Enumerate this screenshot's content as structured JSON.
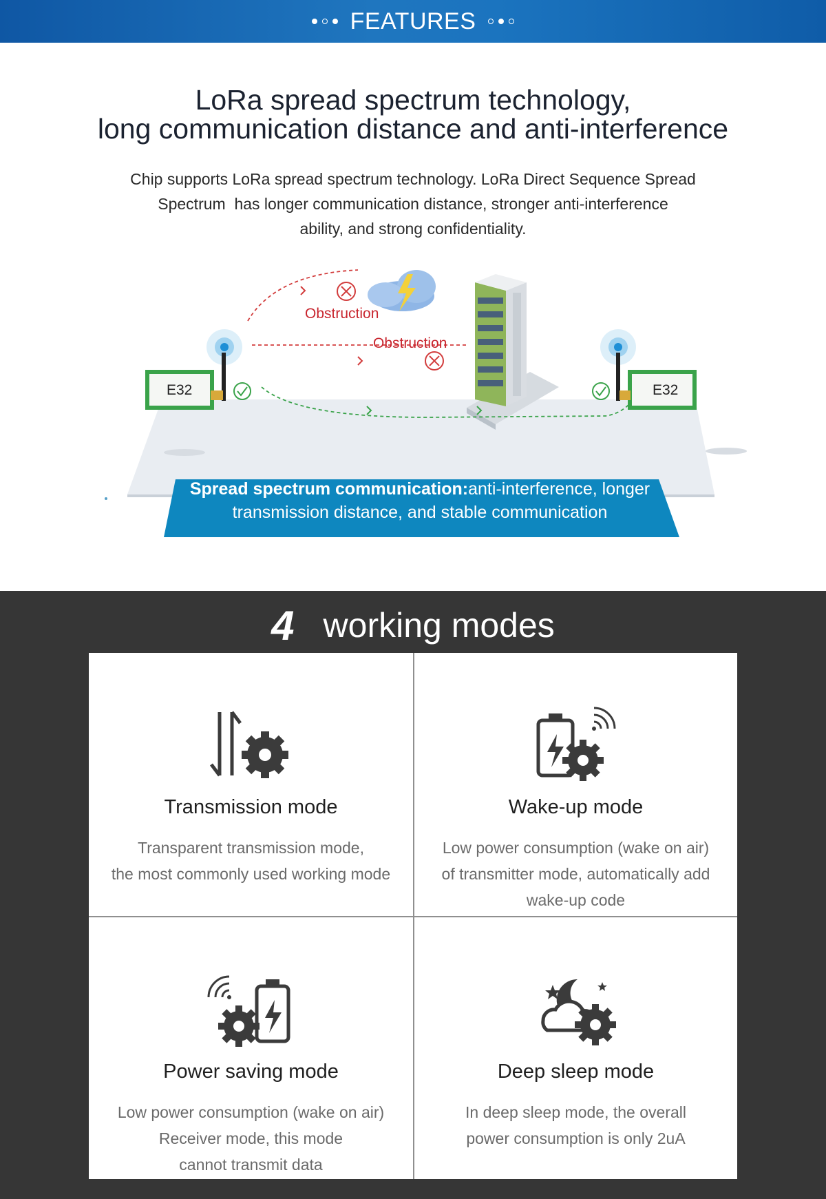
{
  "banner": {
    "title": "FEATURES"
  },
  "headline": {
    "line1": "LoRa spread spectrum technology,",
    "line2": "long communication distance and anti-interference"
  },
  "subtext": {
    "line1": "Chip supports LoRa spread spectrum technology. LoRa Direct Sequence Spread",
    "line2": "Spectrum  has longer communication distance, stronger anti-interference",
    "line3": "ability, and strong confidentiality."
  },
  "illustration": {
    "obstruction_1": "Obstruction",
    "obstruction_2": "Obstruction",
    "module_left": "E32",
    "module_right": "E32",
    "band_bold": "Spread spectrum communication:",
    "band_line1_rest": "anti-interference, longer",
    "band_line2": "transmission distance, and stable communication"
  },
  "modes": {
    "number": "4",
    "title": "working modes",
    "items": [
      {
        "name": "Transmission mode",
        "desc": [
          "Transparent transmission mode,",
          "the most commonly used working mode"
        ],
        "icon": "transmission-icon"
      },
      {
        "name": "Wake-up mode",
        "desc": [
          "Low power consumption (wake on air)",
          "of transmitter mode, automatically add",
          "wake-up code"
        ],
        "icon": "wake-up-icon"
      },
      {
        "name": "Power saving mode",
        "desc": [
          "Low power consumption (wake on air)",
          "Receiver mode, this mode",
          "cannot transmit data"
        ],
        "icon": "power-saving-icon"
      },
      {
        "name": "Deep sleep mode",
        "desc": [
          "In deep sleep mode, the overall",
          "power consumption is only 2uA"
        ],
        "icon": "deep-sleep-icon"
      }
    ]
  },
  "colors": {
    "banner_blue": "#1b6fbf",
    "band_blue": "#0e87bf",
    "obstruction_red": "#c8252e",
    "signal_green": "#3aa34a",
    "dark_bg": "#363636"
  }
}
